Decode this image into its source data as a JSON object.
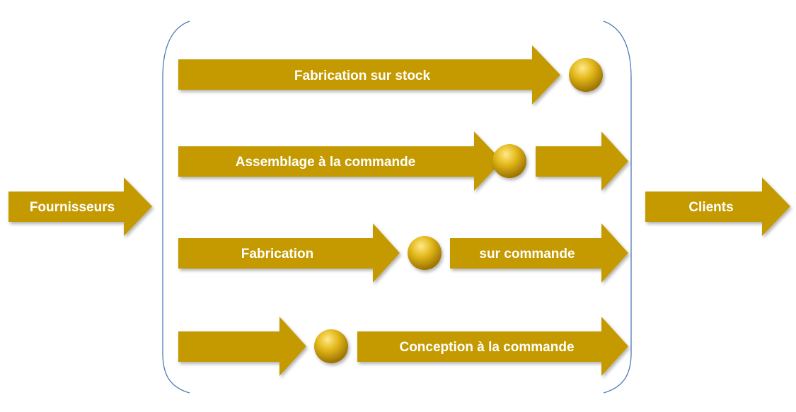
{
  "colors": {
    "arrow": "#C49A06",
    "bracket": "#4F7BB5",
    "text": "#FFFFFF"
  },
  "input": {
    "label": "Fournisseurs"
  },
  "output": {
    "label": "Clients"
  },
  "strategies": [
    {
      "before": "Fabrication sur stock",
      "after": ""
    },
    {
      "before": "Assemblage à la commande",
      "after": ""
    },
    {
      "before": "Fabrication",
      "after": "sur commande"
    },
    {
      "before": "",
      "after": "Conception à la commande"
    }
  ]
}
